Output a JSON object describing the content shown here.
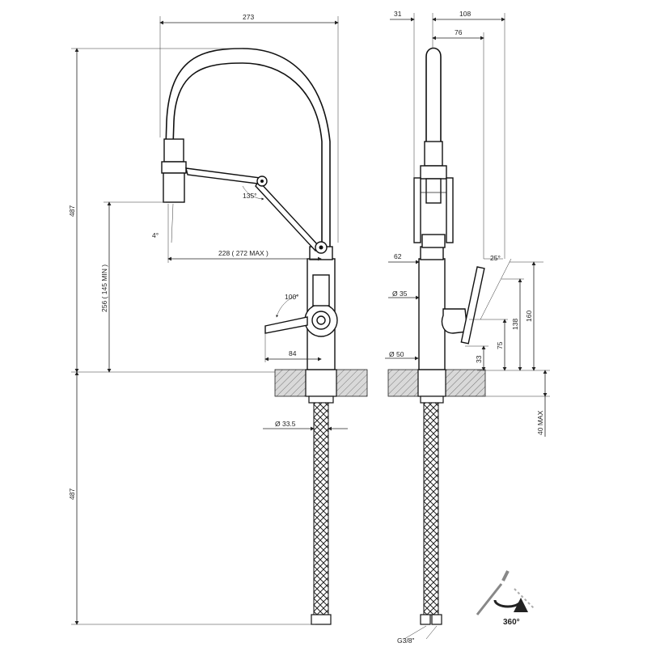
{
  "colors": {
    "ink": "#1a1a1a",
    "hatch": "#999999",
    "fill_gray": "#8c8c8c"
  },
  "dims": {
    "width_273": "273",
    "height_487_top": "487",
    "height_487_bottom": "487",
    "spout_256": "256 ( 145 MIN )",
    "reach_228": "228 ( 272 MAX )",
    "angle_135": "135°",
    "angle_4": "4°",
    "angle_100": "100°",
    "lever_84": "84",
    "dia_33_5": "Ø 33.5",
    "side_31": "31",
    "side_108": "108",
    "side_76": "76",
    "side_62": "62",
    "angle_25": "25°",
    "dia_35": "Ø 35",
    "dia_50": "Ø 50",
    "h_160": "160",
    "h_138": "138",
    "h_75": "75",
    "h_33": "33",
    "max_40": "40 MAX",
    "thread": "G3/8\"",
    "rotation": "360°"
  }
}
